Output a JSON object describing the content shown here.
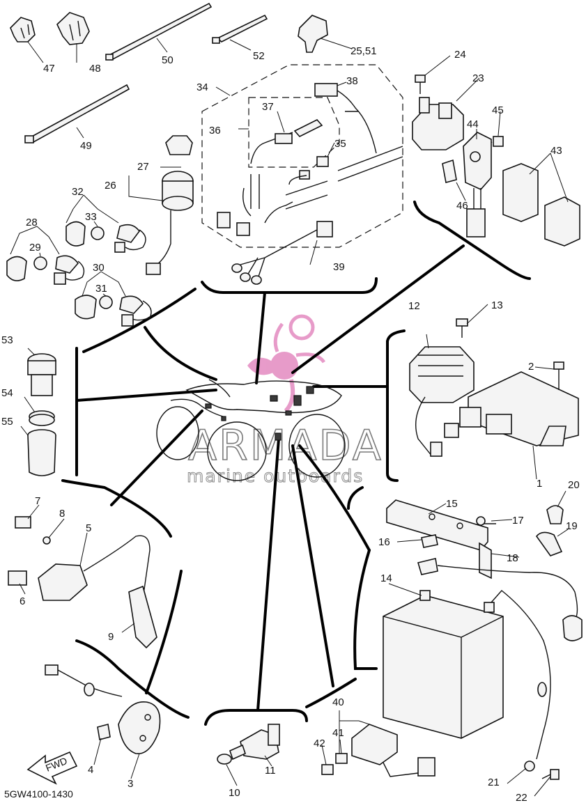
{
  "watermark": {
    "brand": "ARMADA",
    "tagline": "marine outboards",
    "accent_color": "#e07ab8"
  },
  "diagram_code": "5GW4100-1430",
  "direction_label": "FWD",
  "callouts": {
    "c1": "1",
    "c2": "2",
    "c3": "3",
    "c4": "4",
    "c5": "5",
    "c6": "6",
    "c7": "7",
    "c8": "8",
    "c9": "9",
    "c10": "10",
    "c11": "11",
    "c12": "12",
    "c13": "13",
    "c14": "14",
    "c15": "15",
    "c16": "16",
    "c17": "17",
    "c18": "18",
    "c19": "19",
    "c20": "20",
    "c21": "21",
    "c22": "22",
    "c23": "23",
    "c24": "24",
    "c25_51": "25,51",
    "c26": "26",
    "c27": "27",
    "c28": "28",
    "c29": "29",
    "c30": "30",
    "c31": "31",
    "c32": "32",
    "c33": "33",
    "c34": "34",
    "c35": "35",
    "c36": "36",
    "c37": "37",
    "c38": "38",
    "c39": "39",
    "c40": "40",
    "c41": "41",
    "c42": "42",
    "c43": "43",
    "c44": "44",
    "c45": "45",
    "c46": "46",
    "c47": "47",
    "c48": "48",
    "c49": "49",
    "c50": "50",
    "c52": "52",
    "c53": "53",
    "c54": "54",
    "c55": "55"
  }
}
